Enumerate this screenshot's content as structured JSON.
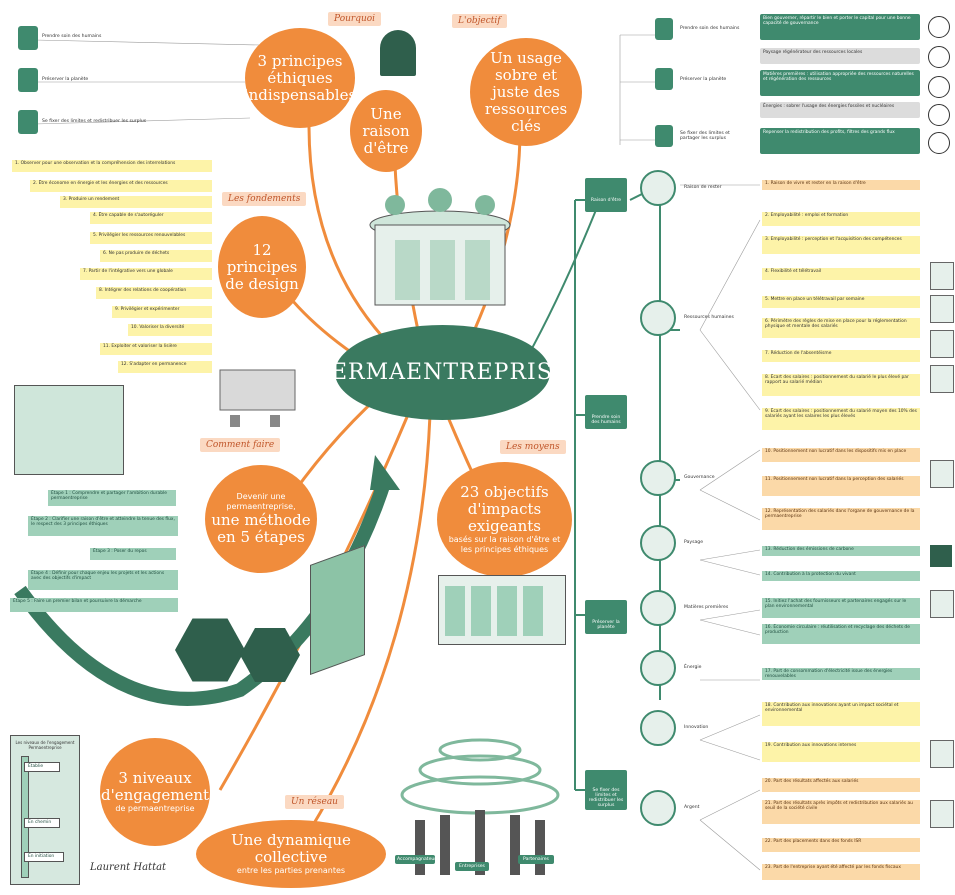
{
  "center_title": "PERMAENTREPRISE",
  "signature": "Laurent Hattat",
  "colors": {
    "orange": "#f08c3c",
    "green": "#3f8a6e",
    "dark_green": "#2f5f4c",
    "light_green": "#9fd0b9",
    "yellow": "#fdf3a8",
    "peach": "#fbd9c2"
  },
  "ethics": {
    "items": [
      "Prendre soin des humains",
      "Préserver la planète",
      "Se fixer des limites et redistribuer les surplus"
    ],
    "bubble": "3 principes éthiques indispensables"
  },
  "pourquoi": {
    "tag": "Pourquoi",
    "bubble": "Une raison d'être"
  },
  "objectif": {
    "tag": "L'objectif",
    "bubble": "Un usage sobre et juste des ressources clés"
  },
  "top_right": {
    "rows": [
      {
        "label": "Prendre soin des humains",
        "boxes": [
          "Bien gouverner, répartir le bien et porter le capital pour une bonne capacité de gouvernance"
        ]
      },
      {
        "label": "Préserver la planète",
        "boxes": [
          "Paysage régénérateur des ressources locales",
          "Matières premières : utilisation appropriée des ressources naturelles et régénération des ressources",
          "Énergies : sobrer l'usage des énergies fossiles et nucléaires"
        ]
      },
      {
        "label": "Se fixer des limites et partager les surplus",
        "boxes": [
          "Repenser la redistribution des profits, filtres des grands flux"
        ]
      }
    ]
  },
  "fondements": {
    "tag": "Les fondements",
    "bubble_num": "12",
    "bubble_text": "principes de design",
    "items": [
      "1. Observer pour une observation et la compréhension des interrelations",
      "2. Être économe en énergie et les énergies et des ressources",
      "3. Produire un rendement",
      "4. Être capable de s'autoréguler",
      "5. Privilégier les ressources renouvelables",
      "6. Ne pas produire de déchets",
      "7. Partir de l'intégrative vers une globale",
      "8. Intégrer des relations de coopération",
      "9. Privilégier et expérimenter",
      "10. Valoriser la diversité",
      "11. Exploiter et valoriser la lisière",
      "12. S'adapter en permanence"
    ]
  },
  "methode": {
    "tag": "Comment faire",
    "bubble_small": "Devenir une permaentreprise,",
    "bubble_big": "une méthode en 5 étapes",
    "steps": [
      "Étape 1 : Comprendre et partager l'ambition durable permaentreprise",
      "Étape 2 : Clarifier une raison d'être et atteindre la tenue des flux, le respect des 3 principes éthiques",
      "Étape 3 : Poser du repos",
      "Étape 4 : Définir pour chaque enjeu les projets et les actions avec des objectifs d'impact",
      "Étape 5 : Faire un premier bilan et poursuivre la démarche"
    ]
  },
  "moyens": {
    "tag": "Les moyens",
    "bubble_big": "23 objectifs d'impacts exigeants",
    "bubble_small": "basés sur la raison d'être et les principes éthiques"
  },
  "niveaux": {
    "bubble_big": "3 niveaux d'engagement",
    "bubble_small": "de permaentreprise",
    "thermo_title": "Les niveaux de l'engagement Permaentreprise",
    "levels": [
      "Établie",
      "En chemin",
      "En initiation"
    ]
  },
  "reseau": {
    "tag": "Un réseau",
    "bubble_big": "Une dynamique collective",
    "bubble_small": "entre les parties prenantes",
    "signs": [
      "Accompagnateurs",
      "Entreprises",
      "Partenaires"
    ]
  },
  "categories": [
    {
      "label": "Raison d'être"
    },
    {
      "label": "Prendre soin des humains"
    },
    {
      "label": "Préserver la planète"
    },
    {
      "label": "Se fixer des limites et redistribuer les surplus"
    }
  ],
  "subcategories": [
    "Raison de rester",
    "Ressources humaines",
    "Gouvernance",
    "Paysage",
    "Matières premières",
    "Énergie",
    "Innovation",
    "Argent"
  ],
  "objectives": [
    {
      "text": "1. Raison de vivre et rester en la raison d'être",
      "style": "o"
    },
    {
      "text": "2. Employabilité : emploi et formation",
      "style": "y"
    },
    {
      "text": "3. Employabilité : perception et l'acquisition des compétences",
      "style": "y"
    },
    {
      "text": "4. Flexibilité et télétravail",
      "style": "y"
    },
    {
      "text": "5. Mettre en place un télétravail par semaine",
      "style": "y"
    },
    {
      "text": "6. Périmètre des règles de mise en place pour la réglementation physique et mentale des salariés",
      "style": "y"
    },
    {
      "text": "7. Réduction de l'absentéisme",
      "style": "y"
    },
    {
      "text": "8. Écart des salaires : positionnement du salarié le plus élevé par rapport au salarié médian",
      "style": "y"
    },
    {
      "text": "9. Écart des salaires : positionnement du salarié moyen des 10% des salariés ayant les salaires les plus élevés",
      "style": "y"
    },
    {
      "text": "10. Positionnement non lucratif dans les dispositifs mis en place",
      "style": "o"
    },
    {
      "text": "11. Positionnement non lucratif dans la perception des salariés",
      "style": "o"
    },
    {
      "text": "12. Représentation des salariés dans l'organe de gouvernance de la permaentreprise",
      "style": "o"
    },
    {
      "text": "13. Réduction des émissions de carbone",
      "style": "g"
    },
    {
      "text": "14. Contribution à la protection du vivant",
      "style": "g"
    },
    {
      "text": "15. Initiez l'achat des fournisseurs et partenaires engagés sur le plan environnemental",
      "style": "g"
    },
    {
      "text": "16. Économie circulaire : réutilisation et recyclage des déchets de production",
      "style": "g"
    },
    {
      "text": "17. Part de consommation d'électricité issue des énergies renouvelables",
      "style": "g"
    },
    {
      "text": "18. Contribution aux innovations ayant un impact sociétal et environnemental",
      "style": "y"
    },
    {
      "text": "19. Contribution aux innovations internes",
      "style": "y"
    },
    {
      "text": "20. Part des résultats affectés aux salariés",
      "style": "o"
    },
    {
      "text": "21. Part des résultats après impôts et redistribution aux salariés au seuil de la société civile",
      "style": "o"
    },
    {
      "text": "22. Part des placements dans des fonds ISR",
      "style": "o"
    },
    {
      "text": "23. Part de l'entreprise ayant été affecté par les fonds fiscaux",
      "style": "o"
    }
  ]
}
